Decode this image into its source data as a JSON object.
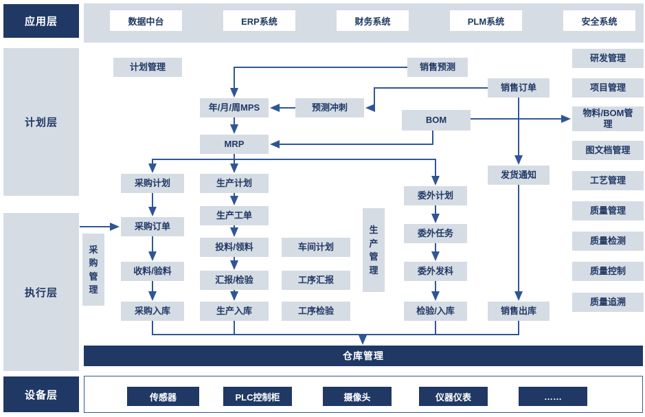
{
  "layers": {
    "application": "应用层",
    "planning": "计划层",
    "execution": "执行层",
    "device": "设备层"
  },
  "application_systems": {
    "data_platform": "数据中台",
    "erp": "ERP系统",
    "finance": "财务系统",
    "plm": "PLM系统",
    "security": "安全系统"
  },
  "flow": {
    "plan_mgmt": "计划管理",
    "sales_forecast": "销售预测",
    "sales_order": "销售订单",
    "mps": "年/月/周MPS",
    "forecast_offset": "预测冲刺",
    "bom": "BOM",
    "mrp": "MRP",
    "purchase_plan": "采购计划",
    "production_plan": "生产计划",
    "outsource_plan": "委外计划",
    "delivery_notice": "发货通知",
    "purchase_order": "采购订单",
    "production_order": "生产工单",
    "material_issue": "投料/领料",
    "workshop_plan": "车间计划",
    "production_mgmt": "生产管理",
    "purchase_mgmt": "采购管理",
    "outsource_task": "委外任务",
    "receive_check": "收料/验料",
    "report_check": "汇报/检验",
    "process_report": "工序汇报",
    "outsource_issue": "委外发科",
    "purchase_in": "采购入库",
    "production_in": "生产入库",
    "process_check": "工序检验",
    "check_in": "检验/入库",
    "sales_out": "销售出库"
  },
  "right_modules": {
    "rd_mgmt": "研发管理",
    "project_mgmt": "项目管理",
    "material_bom_mgmt": "物料/BOM管理",
    "doc_mgmt": "图文档管理",
    "process_mgmt": "工艺管理",
    "quality_mgmt": "质量管理",
    "quality_test": "质量检测",
    "quality_control": "质量控制",
    "quality_trace": "质量追溯"
  },
  "warehouse": "仓库管理",
  "devices": {
    "sensor": "传感器",
    "plc_cabinet": "PLC控制柜",
    "camera": "摄像头",
    "instrument": "仪器仪表",
    "more": "……"
  },
  "colors": {
    "dark_navy": "#1F3864",
    "light_box": "#D6DCE4",
    "arrow_blue": "#2F5597"
  }
}
